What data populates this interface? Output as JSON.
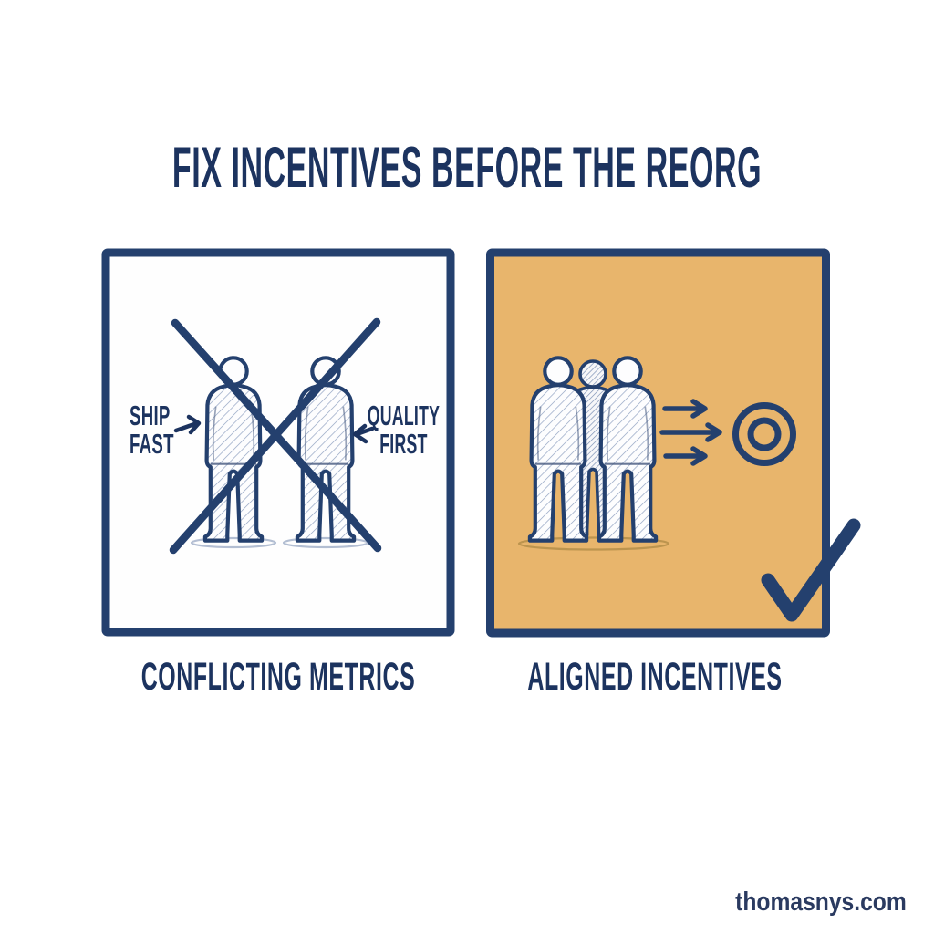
{
  "title": "FIX INCENTIVES BEFORE THE REORG",
  "watermark": "thomasnys.com",
  "colors": {
    "ink": "#1c335f",
    "line": "#24406e",
    "panel_orange": "#e8b56c",
    "background": "#ffffff",
    "hatch": "#8ea0c0",
    "shadow": "#93a3c0"
  },
  "panels": {
    "left": {
      "caption": "CONFLICTING METRICS",
      "labels": {
        "ship_line1": "SHIP",
        "ship_line2": "FAST",
        "quality_line1": "QUALITY",
        "quality_line2": "FIRST"
      },
      "icons": [
        "two-people-figures",
        "x-cross-mark",
        "arrow-right",
        "arrow-left",
        "ground-shadow"
      ]
    },
    "right": {
      "caption": "ALIGNED INCENTIVES",
      "icons": [
        "three-people-figures",
        "triple-arrows-right",
        "target-bullseye",
        "checkmark",
        "ground-shadow"
      ]
    }
  }
}
